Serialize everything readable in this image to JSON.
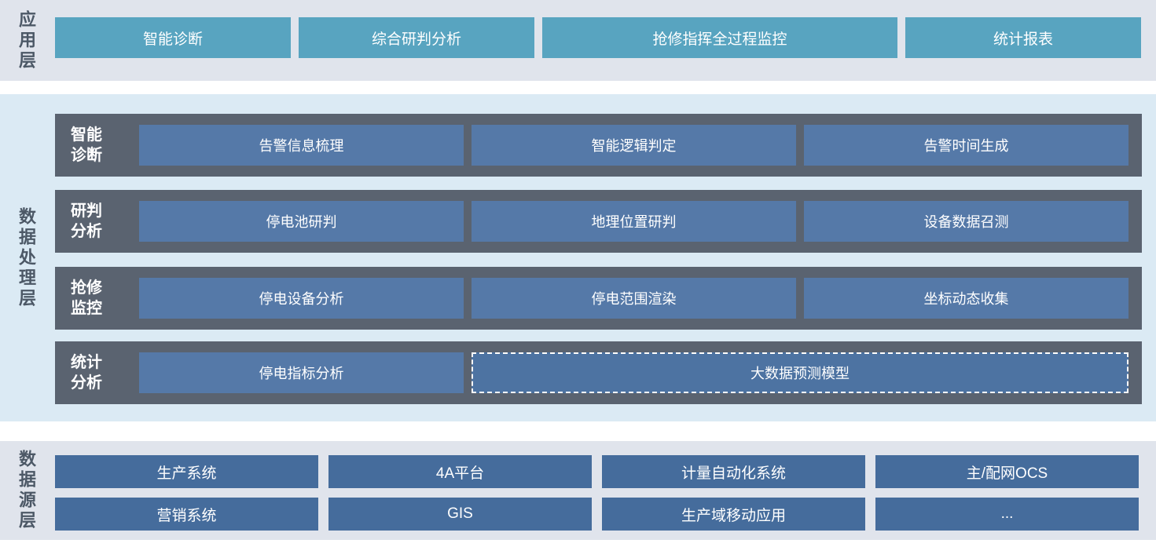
{
  "colors": {
    "app_layer_bg": "#e0e4ec",
    "processing_layer_bg": "#dbeaf4",
    "source_layer_bg": "#e0e4ec",
    "app_box": "#58a4c0",
    "processing_row_bg": "#5a6370",
    "processing_box": "#5579a8",
    "dashed_box": "#4d73a2",
    "source_box": "#456c9c",
    "layer_label_text": "#4c5866",
    "box_text": "#ffffff"
  },
  "app_layer": {
    "label": "应用层",
    "items": [
      "智能诊断",
      "综合研判分析",
      "抢修指挥全过程监控",
      "统计报表"
    ]
  },
  "processing_layer": {
    "label": "数据处理层",
    "rows": [
      {
        "label": "智能\n诊断",
        "boxes": [
          "告警信息梳理",
          "智能逻辑判定",
          "告警时间生成"
        ]
      },
      {
        "label": "研判\n分析",
        "boxes": [
          "停电池研判",
          "地理位置研判",
          "设备数据召测"
        ]
      },
      {
        "label": "抢修\n监控",
        "boxes": [
          "停电设备分析",
          "停电范围渲染",
          "坐标动态收集"
        ]
      },
      {
        "label": "统计\n分析",
        "boxes": [
          "停电指标分析"
        ],
        "dashed_box": "大数据预测模型"
      }
    ]
  },
  "source_layer": {
    "label": "数据源层",
    "rows": [
      [
        "生产系统",
        "4A平台",
        "计量自动化系统",
        "主/配网OCS"
      ],
      [
        "营销系统",
        "GIS",
        "生产域移动应用",
        "..."
      ]
    ]
  }
}
